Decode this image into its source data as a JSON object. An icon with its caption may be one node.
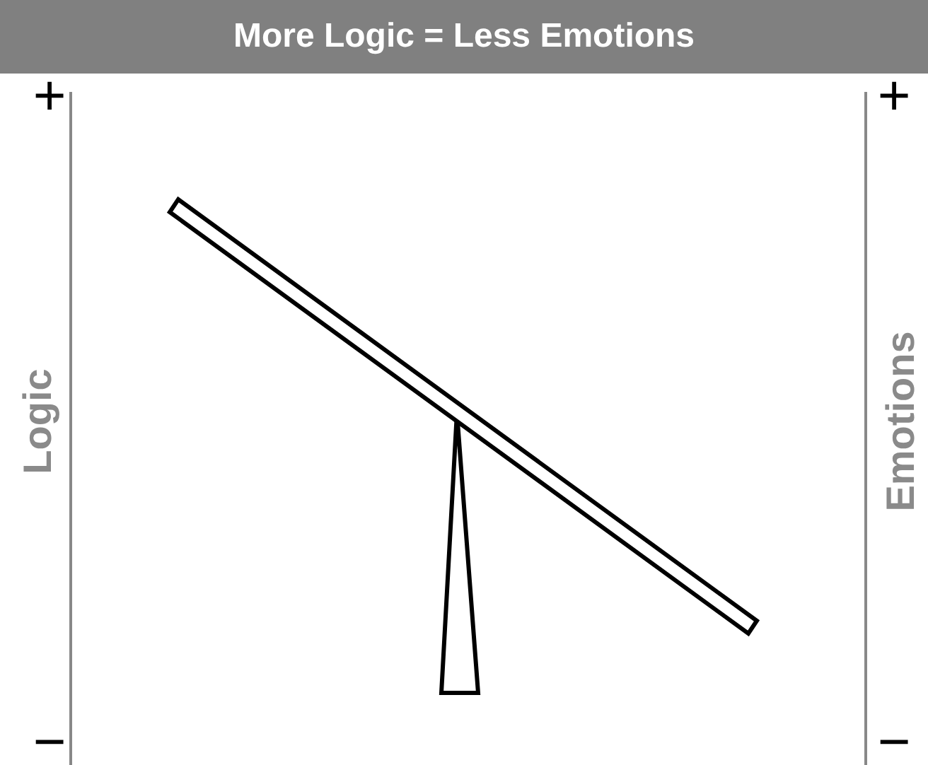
{
  "diagram": {
    "title": "More Logic = Less Emotions",
    "labels": [
      "+",
      "+",
      "Logic",
      "Emotions",
      "−",
      "−"
    ]
  }
}
